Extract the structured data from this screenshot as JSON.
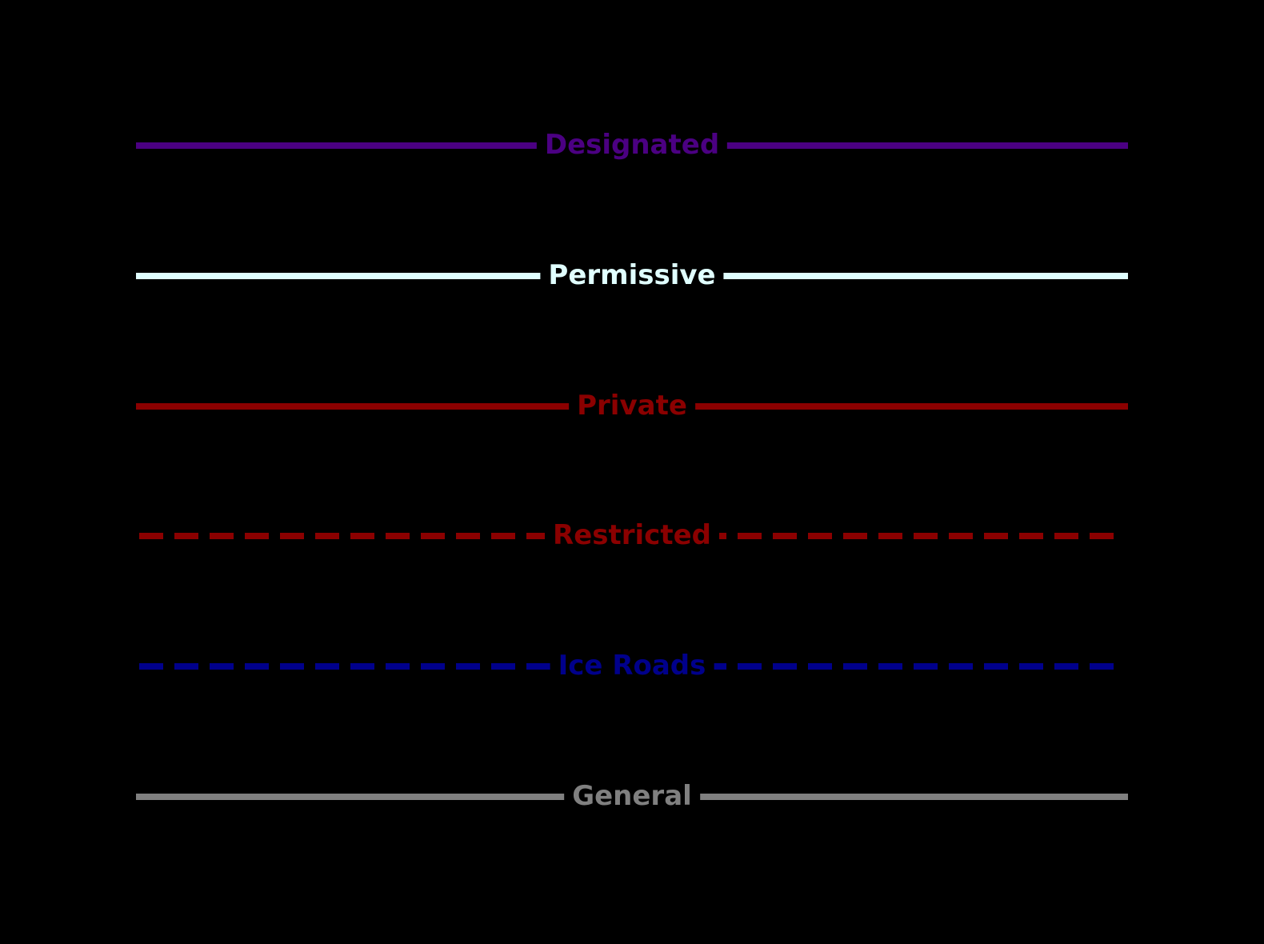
{
  "legend": {
    "items": [
      {
        "label": "Designated",
        "color": "#4B0082",
        "style": "solid"
      },
      {
        "label": "Permissive",
        "color": "#E0FFFF",
        "style": "solid"
      },
      {
        "label": "Private",
        "color": "#8B0000",
        "style": "solid"
      },
      {
        "label": "Restricted",
        "color": "#8B0000",
        "style": "dashed"
      },
      {
        "label": "Ice Roads",
        "color": "#00008B",
        "style": "dashed"
      },
      {
        "label": "General",
        "color": "#808080",
        "style": "solid"
      }
    ]
  }
}
